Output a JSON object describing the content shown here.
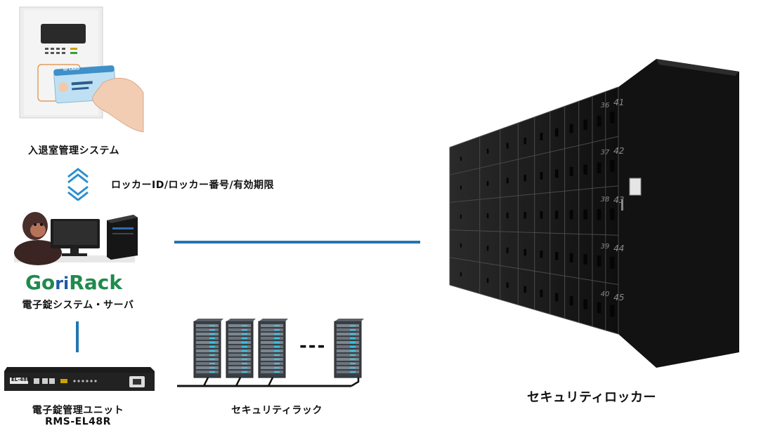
{
  "labels": {
    "access_control": "入退室管理システム",
    "exchange_info": "ロッカーID/ロッカー番号/有効期限",
    "logo_go": "Go",
    "logo_ri": "ri",
    "logo_rack": "Rack",
    "server": "電子錠システム・サーバ",
    "unit_name": "電子錠管理ユニット",
    "unit_model": "RMS-EL48R",
    "rack": "セキュリティラック",
    "locker": "セキュリティロッカー"
  },
  "card": {
    "header": "ID CARD"
  },
  "device": {
    "badge": "EL-48R"
  },
  "rack_gap": "---",
  "locker_numbers_right": [
    "41",
    "42",
    "43",
    "44",
    "45"
  ],
  "locker_numbers_mid": [
    "36",
    "37",
    "38",
    "39",
    "40"
  ],
  "colors": {
    "link_line": "#2176ae",
    "logo_green": "#1f8a4c",
    "logo_blue": "#1e5aa8"
  }
}
